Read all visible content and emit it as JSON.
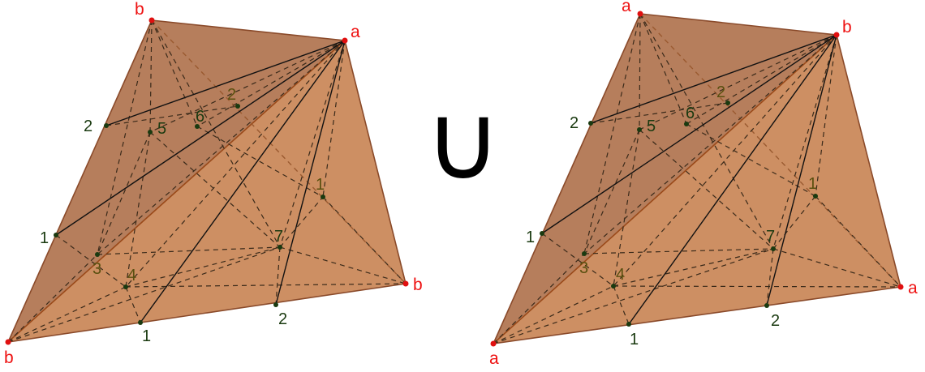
{
  "union_symbol": "∪",
  "colors": {
    "face_fill": "#c98a5f",
    "face_shade_back": "#a0705a",
    "face_shade_right": "#b07a62",
    "edge": "#8a4a2a",
    "solid_line": "#111111",
    "dashed_line": "#3a2a1a",
    "vertex_label": "#ee1111",
    "vertex_point": "#e01010",
    "point_dark": "#1a3a10",
    "label_dark": "#1a3a10",
    "label_olive": "#5a5010"
  },
  "figures": [
    {
      "vertex_labels": {
        "top": "b",
        "right_top": "a",
        "right": "b",
        "bottom": "b"
      },
      "point_labels": {
        "left_upper": "2",
        "inner_5": "5",
        "inner_6": "6",
        "inner_2": "2",
        "left_lower": "1",
        "inner_1": "1",
        "inner_3": "3",
        "inner_4": "4",
        "inner_7": "7",
        "bottom_1": "1",
        "bottom_2": "2"
      }
    },
    {
      "vertex_labels": {
        "top": "a",
        "right_top": "b",
        "right": "a",
        "bottom": "a"
      },
      "point_labels": {
        "left_upper": "2",
        "inner_5": "5",
        "inner_6": "6",
        "inner_2": "2",
        "left_lower": "1",
        "inner_1": "1",
        "inner_3": "3",
        "inner_4": "4",
        "inner_7": "7",
        "bottom_1": "1",
        "bottom_2": "2"
      }
    }
  ]
}
